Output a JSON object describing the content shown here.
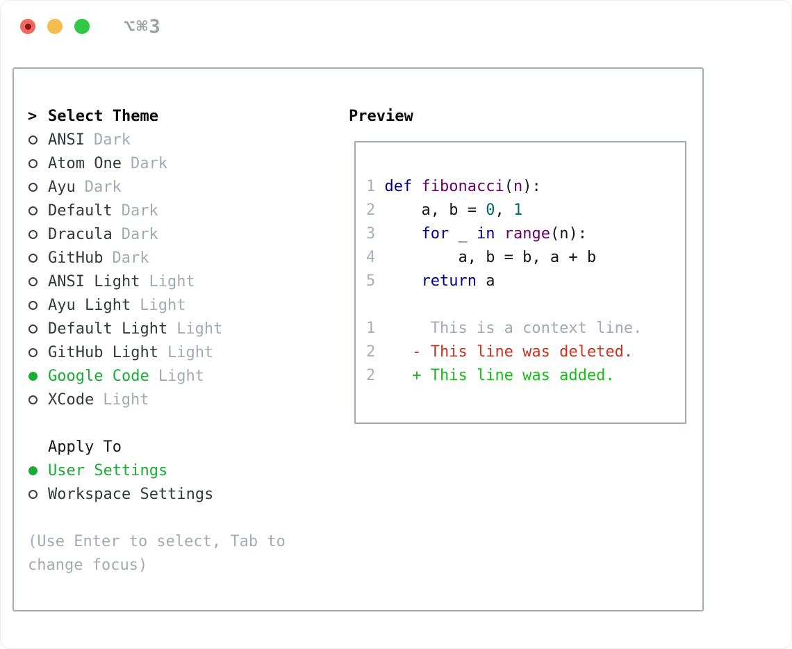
{
  "window": {
    "shortcut": "⌥⌘3",
    "controls": [
      "close",
      "minimize",
      "zoom"
    ]
  },
  "theme_panel": {
    "prompt": ">",
    "title": "Select Theme",
    "themes": [
      {
        "name": "ANSI",
        "variant": "Dark",
        "selected": false
      },
      {
        "name": "Atom One",
        "variant": "Dark",
        "selected": false
      },
      {
        "name": "Ayu",
        "variant": "Dark",
        "selected": false
      },
      {
        "name": "Default",
        "variant": "Dark",
        "selected": false
      },
      {
        "name": "Dracula",
        "variant": "Dark",
        "selected": false
      },
      {
        "name": "GitHub",
        "variant": "Dark",
        "selected": false
      },
      {
        "name": "ANSI Light",
        "variant": "Light",
        "selected": false
      },
      {
        "name": "Ayu Light",
        "variant": "Light",
        "selected": false
      },
      {
        "name": "Default Light",
        "variant": "Light",
        "selected": false
      },
      {
        "name": "GitHub Light",
        "variant": "Light",
        "selected": false
      },
      {
        "name": "Google Code",
        "variant": "Light",
        "selected": true
      },
      {
        "name": "XCode",
        "variant": "Light",
        "selected": false
      }
    ],
    "apply_to": {
      "label": "Apply To",
      "options": [
        {
          "name": "User Settings",
          "selected": true
        },
        {
          "name": "Workspace Settings",
          "selected": false
        }
      ]
    },
    "help_lines": [
      "(Use Enter to select, Tab to",
      "change focus)"
    ]
  },
  "preview": {
    "title": "Preview",
    "code_lines": [
      {
        "num": "1",
        "tokens": [
          {
            "t": "def",
            "c": "kw"
          },
          {
            "t": " ",
            "c": "plain"
          },
          {
            "t": "fibonacci",
            "c": "fn"
          },
          {
            "t": "(",
            "c": "plain"
          },
          {
            "t": "n",
            "c": "fn"
          },
          {
            "t": "):",
            "c": "plain"
          }
        ]
      },
      {
        "num": "2",
        "tokens": [
          {
            "t": "    a, b = ",
            "c": "plain"
          },
          {
            "t": "0",
            "c": "lit"
          },
          {
            "t": ", ",
            "c": "plain"
          },
          {
            "t": "1",
            "c": "lit"
          }
        ]
      },
      {
        "num": "3",
        "tokens": [
          {
            "t": "    ",
            "c": "plain"
          },
          {
            "t": "for",
            "c": "kw"
          },
          {
            "t": " _ ",
            "c": "plain"
          },
          {
            "t": "in",
            "c": "kw"
          },
          {
            "t": " ",
            "c": "plain"
          },
          {
            "t": "range",
            "c": "fn"
          },
          {
            "t": "(n):",
            "c": "plain"
          }
        ]
      },
      {
        "num": "4",
        "tokens": [
          {
            "t": "        a, b = b, a + b",
            "c": "plain"
          }
        ]
      },
      {
        "num": "5",
        "tokens": [
          {
            "t": "    ",
            "c": "plain"
          },
          {
            "t": "return",
            "c": "kw"
          },
          {
            "t": " a",
            "c": "plain"
          }
        ]
      }
    ],
    "diff_lines": [
      {
        "num": "1",
        "prefix": " ",
        "text": "This is a context line.",
        "type": "context"
      },
      {
        "num": "2",
        "prefix": "-",
        "text": "This line was deleted.",
        "type": "deleted"
      },
      {
        "num": "2",
        "prefix": "+",
        "text": "This line was added.",
        "type": "added"
      }
    ]
  },
  "colors": {
    "keyword": "#000088",
    "function_name": "#660066",
    "literal": "#006666",
    "code_text": "#151515",
    "line_number": "#a6aeb8",
    "context": "#a2aab4",
    "deleted": "#c63420",
    "added": "#16bd16",
    "selection_green": "#1aad33",
    "muted": "#a2aab4",
    "item_text": "#32373d",
    "border": "#a3abb5",
    "traffic_red": "#ee6a5f",
    "traffic_red_dot": "#8d130c",
    "traffic_yellow": "#f5bd4f",
    "traffic_green": "#32c846",
    "shortcut": "#9aa0a6"
  }
}
